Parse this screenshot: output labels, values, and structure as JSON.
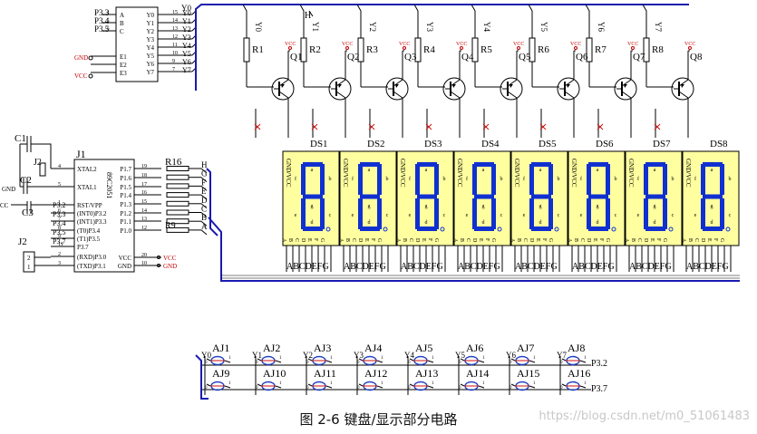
{
  "colors": {
    "wire": "#000000",
    "bus": "#1a1ab0",
    "seg_fill": "#ffffa0",
    "seg_on": "#1030d0",
    "red": "#d01010",
    "key_blue": "#2040c0",
    "power_red": "#c00000"
  },
  "decoder": {
    "pins_left": [
      "P3.3",
      "P3.4",
      "P3.5"
    ],
    "inputs": [
      "A",
      "B",
      "C"
    ],
    "enables": [
      "E1",
      "E2",
      "E3"
    ],
    "enable_nets": [
      "GND",
      "VCC"
    ],
    "outputs": [
      "Y0",
      "Y1",
      "Y2",
      "Y3",
      "Y4",
      "Y5",
      "Y6",
      "Y7"
    ],
    "pin_numbers": [
      "15",
      "14",
      "13",
      "12",
      "11",
      "10",
      "9",
      "7"
    ],
    "left_pin_numbers": [
      "4",
      "5",
      "6"
    ],
    "bus_label": "Y0"
  },
  "drivers": {
    "digit_nets": [
      "Y0",
      "Y1",
      "Y2",
      "Y3",
      "Y4",
      "Y5",
      "Y6",
      "Y7"
    ],
    "resistors": [
      "R1",
      "R2",
      "R3",
      "R4",
      "R5",
      "R6",
      "R7",
      "R8"
    ],
    "transistors": [
      "Q1",
      "Q2",
      "Q3",
      "Q4",
      "Q5",
      "Q6",
      "Q7",
      "Q8"
    ],
    "vcc": "VCC",
    "h_label": "H"
  },
  "displays": {
    "names": [
      "DS1",
      "DS2",
      "DS3",
      "DS4",
      "DS5",
      "DS6",
      "DS7",
      "DS8"
    ],
    "common": "GND/VCC",
    "segments": [
      "A",
      "B",
      "C",
      "D",
      "E",
      "F",
      "G"
    ],
    "bottom_labels": "ABCDEFG"
  },
  "mcu": {
    "name": "J1",
    "part": "89C2051",
    "left_pins": [
      "XTAL2",
      "XTAL1",
      "RST/VPP",
      "(INT0)P3.2",
      "(INT1)P3.3",
      "(T0)P3.4",
      "(T1)P3.5",
      "P3.7",
      "(RXD)P3.0",
      "(TXD)P3.1"
    ],
    "left_nums": [
      "4",
      "5",
      "1",
      "6",
      "7",
      "8",
      "9",
      "11",
      "2",
      "3"
    ],
    "right_pins": [
      "P1.7",
      "P1.6",
      "P1.5",
      "P1.4",
      "P1.3",
      "P1.2",
      "P1.1",
      "P1.0",
      "VCC",
      "GND"
    ],
    "right_nums": [
      "19",
      "18",
      "17",
      "16",
      "15",
      "14",
      "13",
      "12",
      "20",
      "10"
    ],
    "ext_left": [
      "P3.2",
      "P3.3",
      "P3.4",
      "P3.5",
      "P3.7"
    ],
    "vcc": "VCC",
    "gnd": "GND"
  },
  "crystal": {
    "c1": "C1",
    "c2": "C2",
    "c3": "C3",
    "x": "J2",
    "gnd": "GND",
    "vcc": "CC"
  },
  "connector": {
    "name": "J2",
    "pins": [
      "2",
      "1"
    ]
  },
  "resnet": {
    "name": "R16",
    "top": "R9",
    "seg_labels": [
      "H",
      "G",
      "F",
      "E",
      "D",
      "C",
      "B",
      "A"
    ]
  },
  "keyboard": {
    "row1": [
      "AJ1",
      "AJ2",
      "AJ3",
      "AJ4",
      "AJ5",
      "AJ6",
      "AJ7",
      "AJ8"
    ],
    "row2": [
      "AJ9",
      "AJ10",
      "AJ11",
      "AJ12",
      "AJ13",
      "AJ14",
      "AJ15",
      "AJ16"
    ],
    "cols": [
      "Y0",
      "Y1",
      "Y2",
      "Y3",
      "Y4",
      "Y5",
      "Y6",
      "Y7"
    ],
    "row_lines": [
      "P3.2",
      "P3.7"
    ],
    "pin_in": "0",
    "pin_out": "1"
  },
  "caption": "图 2-6  键盘/显示部分电路",
  "watermark": "https://blog.csdn.net/m0_51061483"
}
